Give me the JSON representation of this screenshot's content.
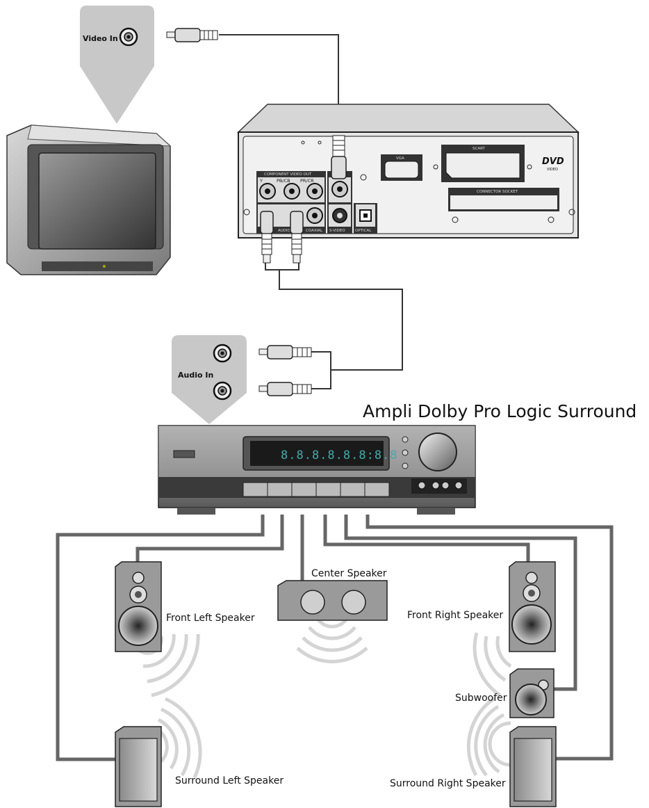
{
  "tv": {
    "video_in_label": "Video In"
  },
  "dvd": {
    "component_label": "COMPONENT VIDEO OUT",
    "y_label": "Y",
    "pb_label": "PB/CB",
    "pr_label": "PR/CR",
    "audio_label": "AUDIO OUT",
    "coaxial_label": "COAXIAL",
    "svideo_label": "S-VIDEO",
    "optical_label": "OPTICAL",
    "vga_label": "VGA",
    "scart_label": "SCART",
    "connector_label": "CONNECTOR SOCKET",
    "logo_text": "DVD",
    "logo_sub": "VIDEO"
  },
  "amp": {
    "title": "Ampli Dolby Pro Logic Surround",
    "audio_in_label": "Audio In",
    "display": "8.8.8.8.8.8:8.8"
  },
  "speakers": {
    "center": "Center Speaker",
    "front_left": "Front Left Speaker",
    "front_right": "Front Right Speaker",
    "subwoofer": "Subwoofer",
    "surround_left": "Surround Left Speaker",
    "surround_right": "Surround Right Speaker"
  },
  "colors": {
    "cable": "#555555",
    "callout": "#c8c8c8",
    "sound_wave": "#d4d4d4",
    "device_dark": "#3a3a3a",
    "speaker_body": "#9a9a9a"
  }
}
